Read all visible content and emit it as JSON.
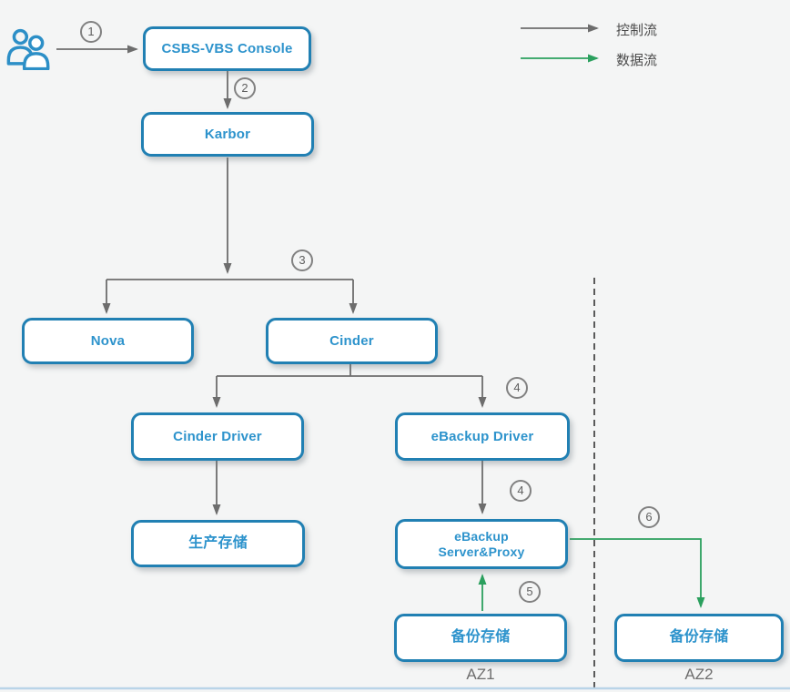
{
  "diagram": {
    "legend": {
      "control_label": "控制流",
      "data_label": "数据流"
    },
    "nodes": {
      "console": {
        "label": "CSBS-VBS Console"
      },
      "karbor": {
        "label": "Karbor"
      },
      "nova": {
        "label": "Nova"
      },
      "cinder": {
        "label": "Cinder"
      },
      "cinder_driver": {
        "label": "Cinder Driver"
      },
      "ebackup_driver": {
        "label": "eBackup Driver"
      },
      "prod_storage": {
        "label": "生产存储"
      },
      "ebackup_server_proxy": {
        "label": "eBackup\nServer&Proxy"
      },
      "backup_storage_az1": {
        "label": "备份存储"
      },
      "backup_storage_az2": {
        "label": "备份存储"
      }
    },
    "steps": [
      "1",
      "2",
      "3",
      "4",
      "4",
      "5",
      "6"
    ],
    "zones": {
      "az1": "AZ1",
      "az2": "AZ2"
    },
    "colors": {
      "node_border": "#2180b3",
      "node_text": "#2d93cc",
      "control_flow": "#6d6d6d",
      "data_flow": "#2ba05e",
      "marker_ring": "#818181",
      "background": "#f4f5f5",
      "baseline": "#b9d4e8"
    }
  }
}
